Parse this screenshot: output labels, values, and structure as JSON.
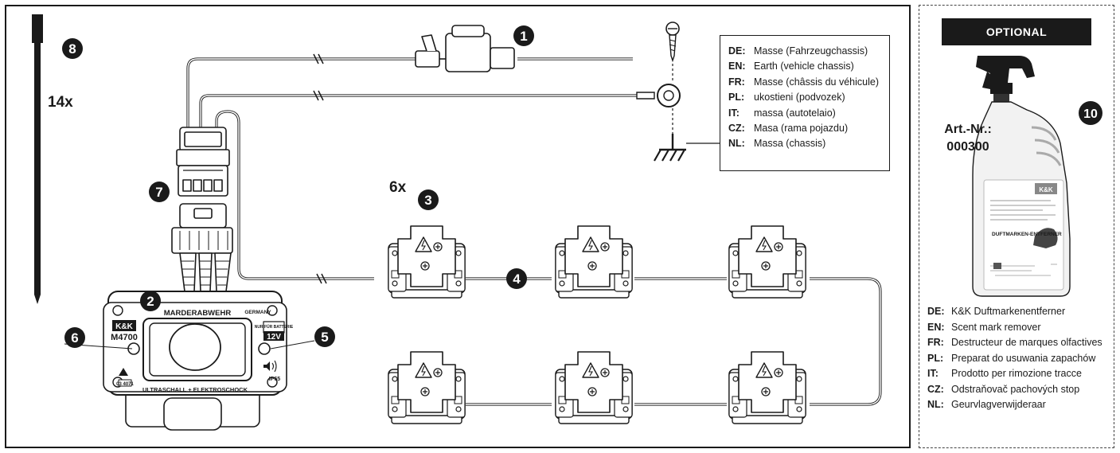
{
  "callouts": [
    {
      "id": "1",
      "label": "1"
    },
    {
      "id": "2",
      "label": "2"
    },
    {
      "id": "3",
      "label": "3"
    },
    {
      "id": "4",
      "label": "4"
    },
    {
      "id": "5",
      "label": "5"
    },
    {
      "id": "6",
      "label": "6"
    },
    {
      "id": "7",
      "label": "7"
    },
    {
      "id": "8",
      "label": "8"
    },
    {
      "id": "10",
      "label": "10"
    }
  ],
  "quantities": {
    "cable_ties": "14x",
    "contact_plates": "6x"
  },
  "earth_labels": [
    {
      "code": "DE:",
      "text": "Masse  (Fahrzeugchassis)"
    },
    {
      "code": "EN:",
      "text": "Earth (vehicle chassis)"
    },
    {
      "code": "FR:",
      "text": "Masse  (châssis du véhicule)"
    },
    {
      "code": "PL:",
      "text": "ukostieni  (podvozek)"
    },
    {
      "code": "IT:",
      "text": "massa  (autotelaio)"
    },
    {
      "code": "CZ:",
      "text": "Masa (rama pojazdu)"
    },
    {
      "code": "NL:",
      "text": "Massa  (chassis)"
    }
  ],
  "device": {
    "brand": "K&K",
    "model": "M4700",
    "name": "MARDERABWEHR",
    "origin": "GERMANY",
    "battery_note": "NUR FÜR BATTERIE",
    "voltage": "12V",
    "code": "03 4071",
    "ip_rating": "IP65",
    "footer": "ULTRASCHALL + ELEKTROSCHOCK"
  },
  "optional": {
    "banner": "OPTIONAL",
    "art_label": "Art.-Nr.:",
    "art_number": "000300",
    "product_name": "DUFTMARKEN-ENTFERNER",
    "product_brand": "K&K",
    "descriptions": [
      {
        "code": "DE:",
        "text": "K&K Duftmarkenentferner"
      },
      {
        "code": "EN:",
        "text": "Scent mark remover"
      },
      {
        "code": "FR:",
        "text": "Destructeur de marques olfactives"
      },
      {
        "code": "PL:",
        "text": "Preparat do usuwania zapachów"
      },
      {
        "code": "IT:",
        "text": "Prodotto per rimozione tracce"
      },
      {
        "code": "CZ:",
        "text": "Odstraňovač pachových stop"
      },
      {
        "code": "NL:",
        "text": "Geurvlagverwijderaar"
      }
    ]
  }
}
